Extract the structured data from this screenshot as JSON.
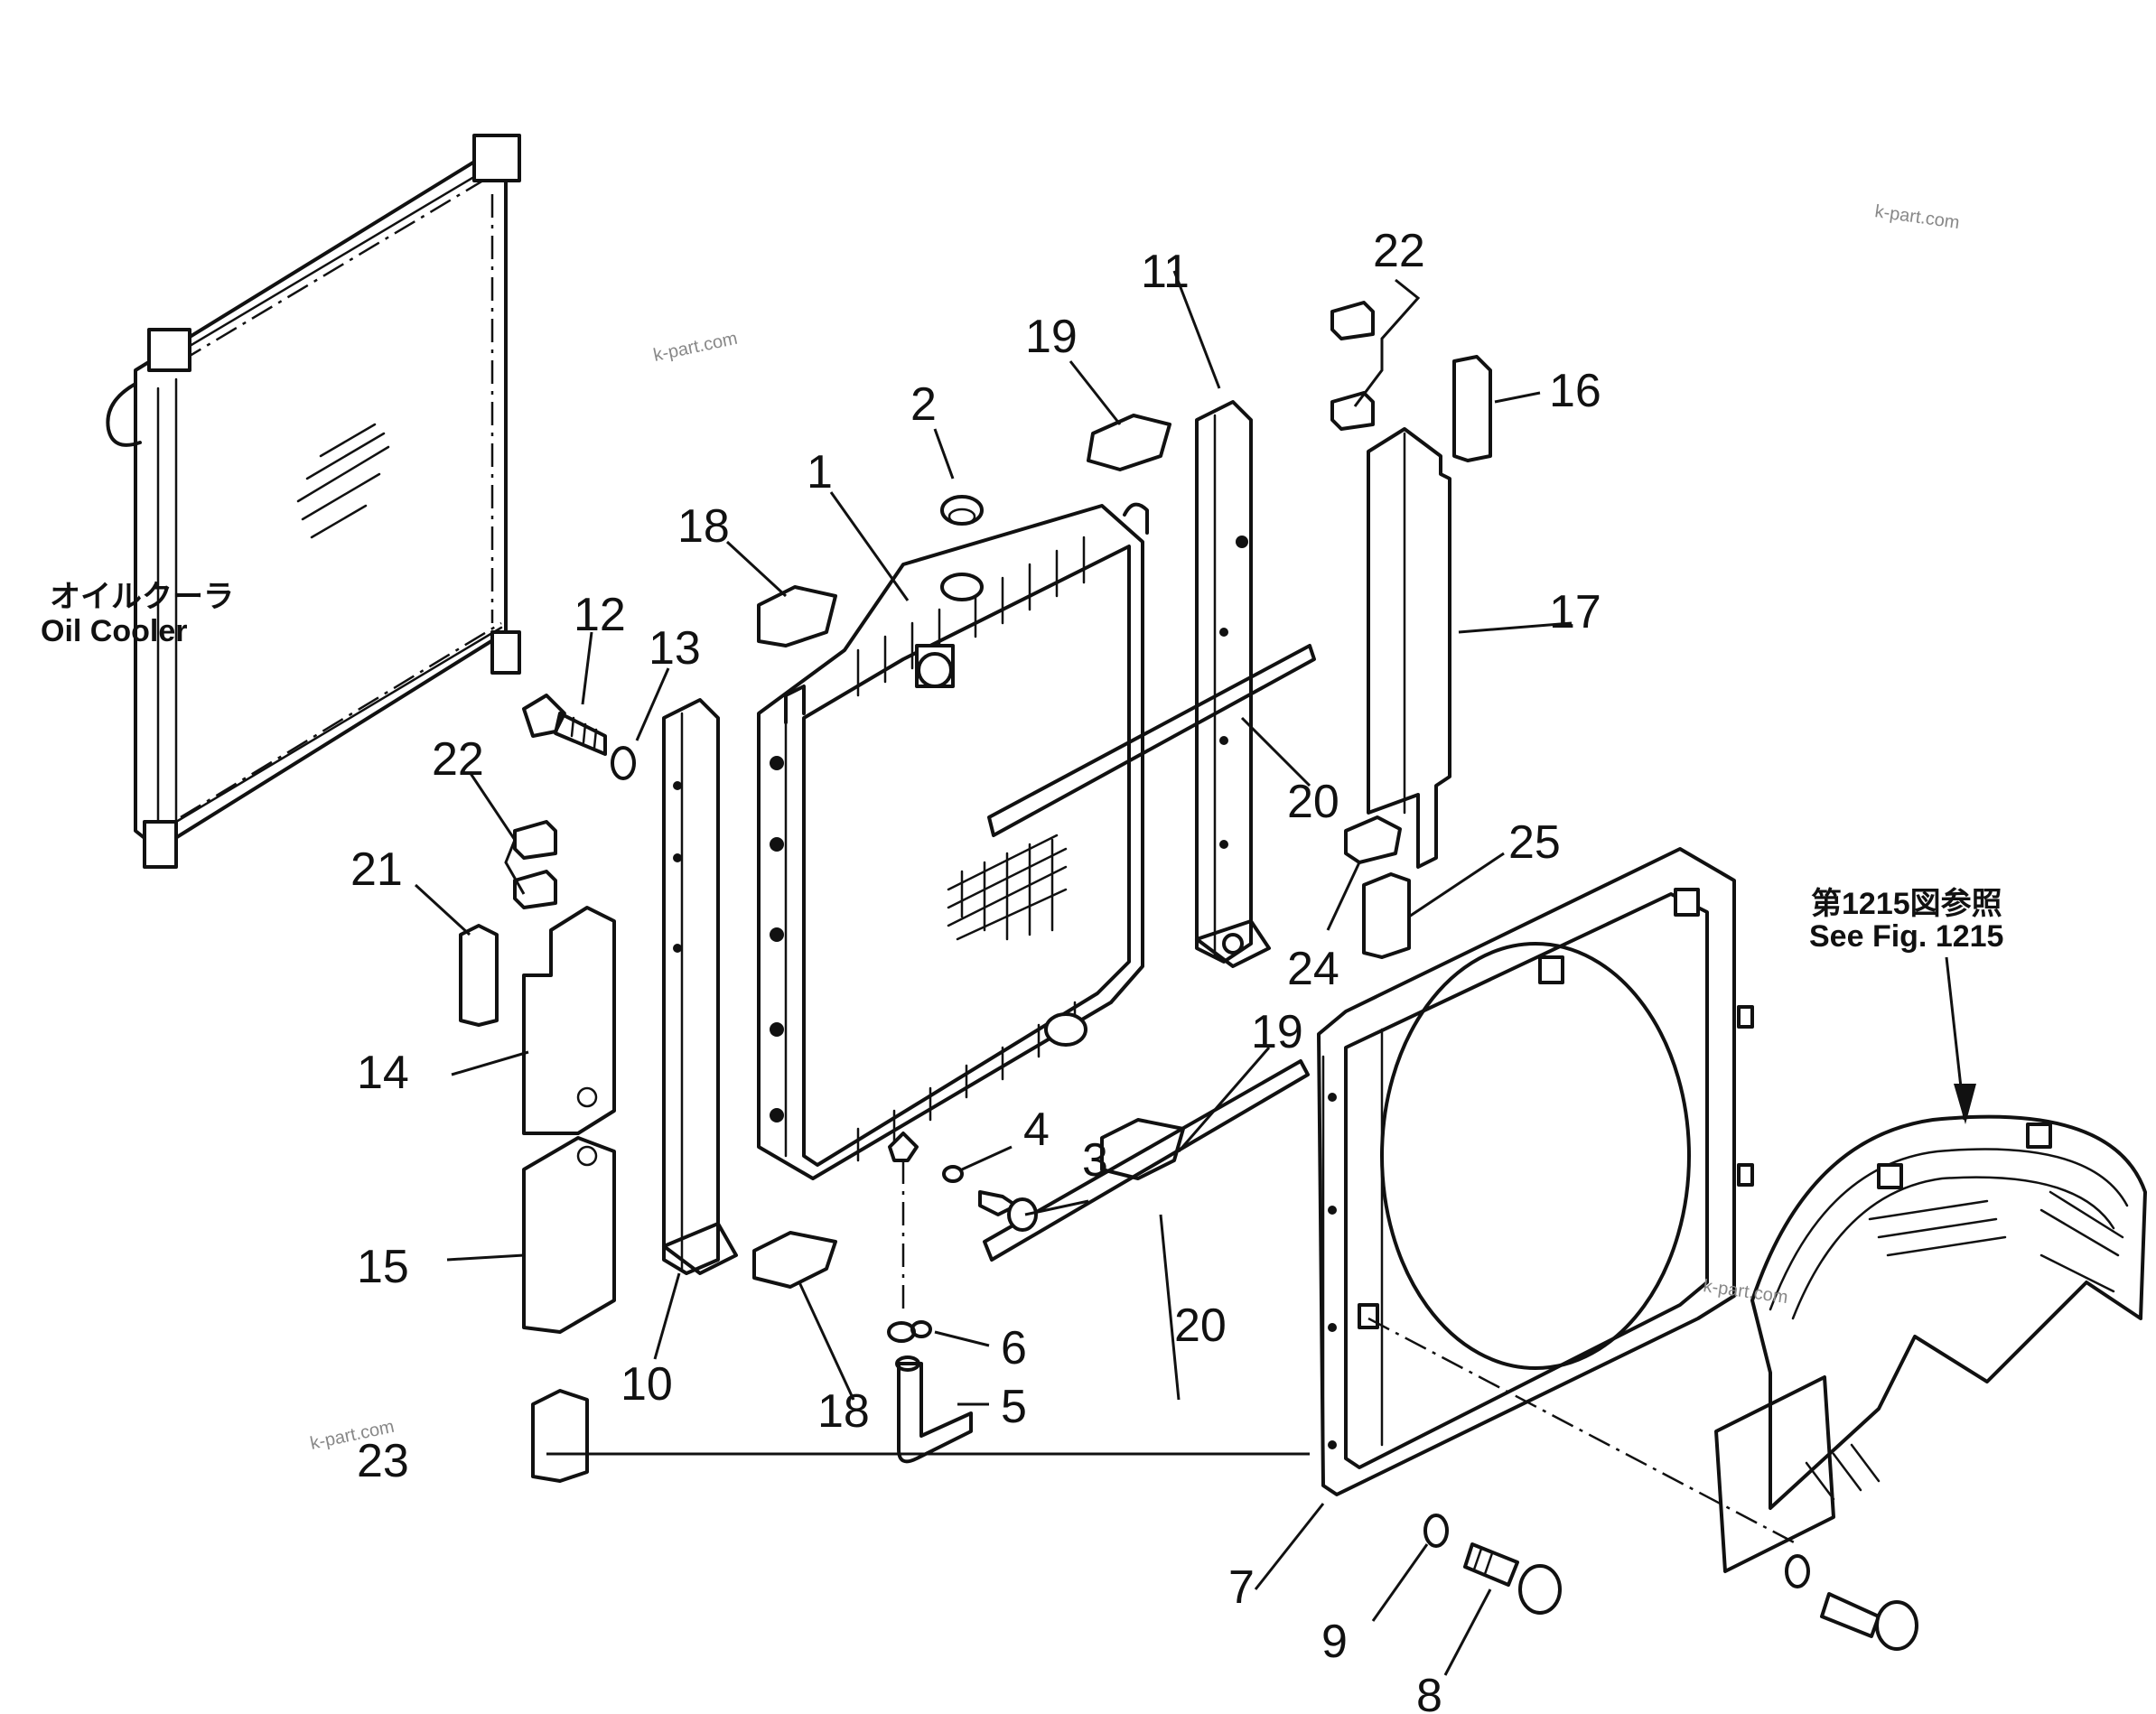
{
  "notes": {
    "oil_cooler_jp": "オイルクーラ",
    "oil_cooler_en": "Oil  Cooler",
    "see_fig_jp": "第1215図参照",
    "see_fig_en": "See Fig. 1215"
  },
  "watermarks": [
    "k-part.com",
    "k-part.com",
    "k-part.com",
    "k-part.com"
  ],
  "callouts": [
    "1",
    "2",
    "3",
    "4",
    "5",
    "6",
    "7",
    "8",
    "9",
    "10",
    "11",
    "12",
    "13",
    "14",
    "15",
    "16",
    "17",
    "18",
    "18",
    "19",
    "19",
    "20",
    "20",
    "21",
    "22",
    "22",
    "23",
    "24",
    "25"
  ]
}
